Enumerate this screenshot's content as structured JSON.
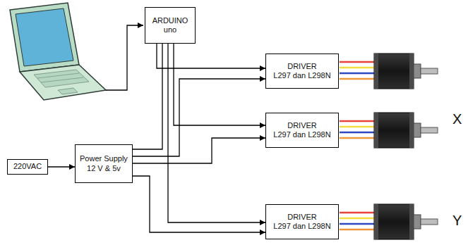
{
  "diagram": {
    "nodes": [
      {
        "text": [
          "ARDUINO",
          "uno"
        ]
      },
      {
        "text": [
          "DRIVER",
          "L297 dan L298N"
        ]
      },
      {
        "text": [
          "DRIVER",
          "L297 dan L298N"
        ]
      },
      {
        "text": [
          "220VAC"
        ]
      },
      {
        "text": [
          "Power Supply",
          "12 V & 5v"
        ]
      },
      {
        "text": [
          "DRIVER",
          "L297 dan L298N"
        ]
      }
    ],
    "edges": [
      {
        "from": 0,
        "to": 1,
        "arrow": "to"
      },
      {
        "from": 0,
        "to": 2,
        "arrow": "to"
      },
      {
        "from": 0,
        "to": 5,
        "arrow": "to"
      },
      {
        "from": 3,
        "to": 4,
        "arrow": "to"
      },
      {
        "from": 4,
        "to": 0,
        "arrow": "none"
      },
      {
        "from": 4,
        "to": 1,
        "arrow": "to"
      },
      {
        "from": 4,
        "to": 2,
        "arrow": "to"
      },
      {
        "from": 4,
        "to": 5,
        "arrow": "to"
      }
    ],
    "labels": [
      "X",
      "Y"
    ]
  }
}
